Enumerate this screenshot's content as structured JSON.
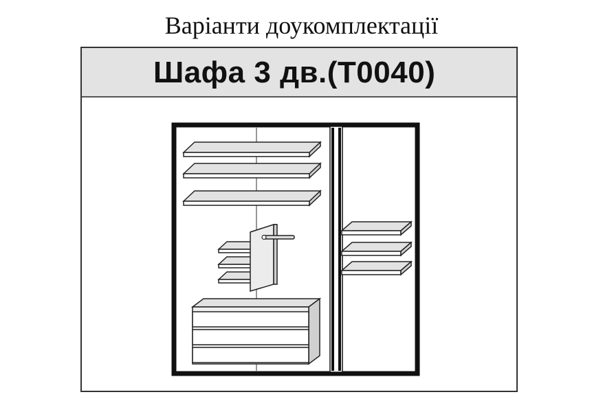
{
  "page": {
    "title": "Варіанти доукомплектації"
  },
  "card": {
    "heading": "Шафа 3 дв.(Т0040)"
  },
  "colors": {
    "header_bg": "#e3e3e3",
    "outline": "#111111",
    "shelf_fill": "#e2e2e2",
    "drawer_fill": "#efefef"
  },
  "diagram": {
    "left_section": {
      "shelves": 3,
      "small_shelves": 3,
      "hanging_rail": true,
      "drawers": 3
    },
    "right_section": {
      "shelves": 3
    }
  }
}
